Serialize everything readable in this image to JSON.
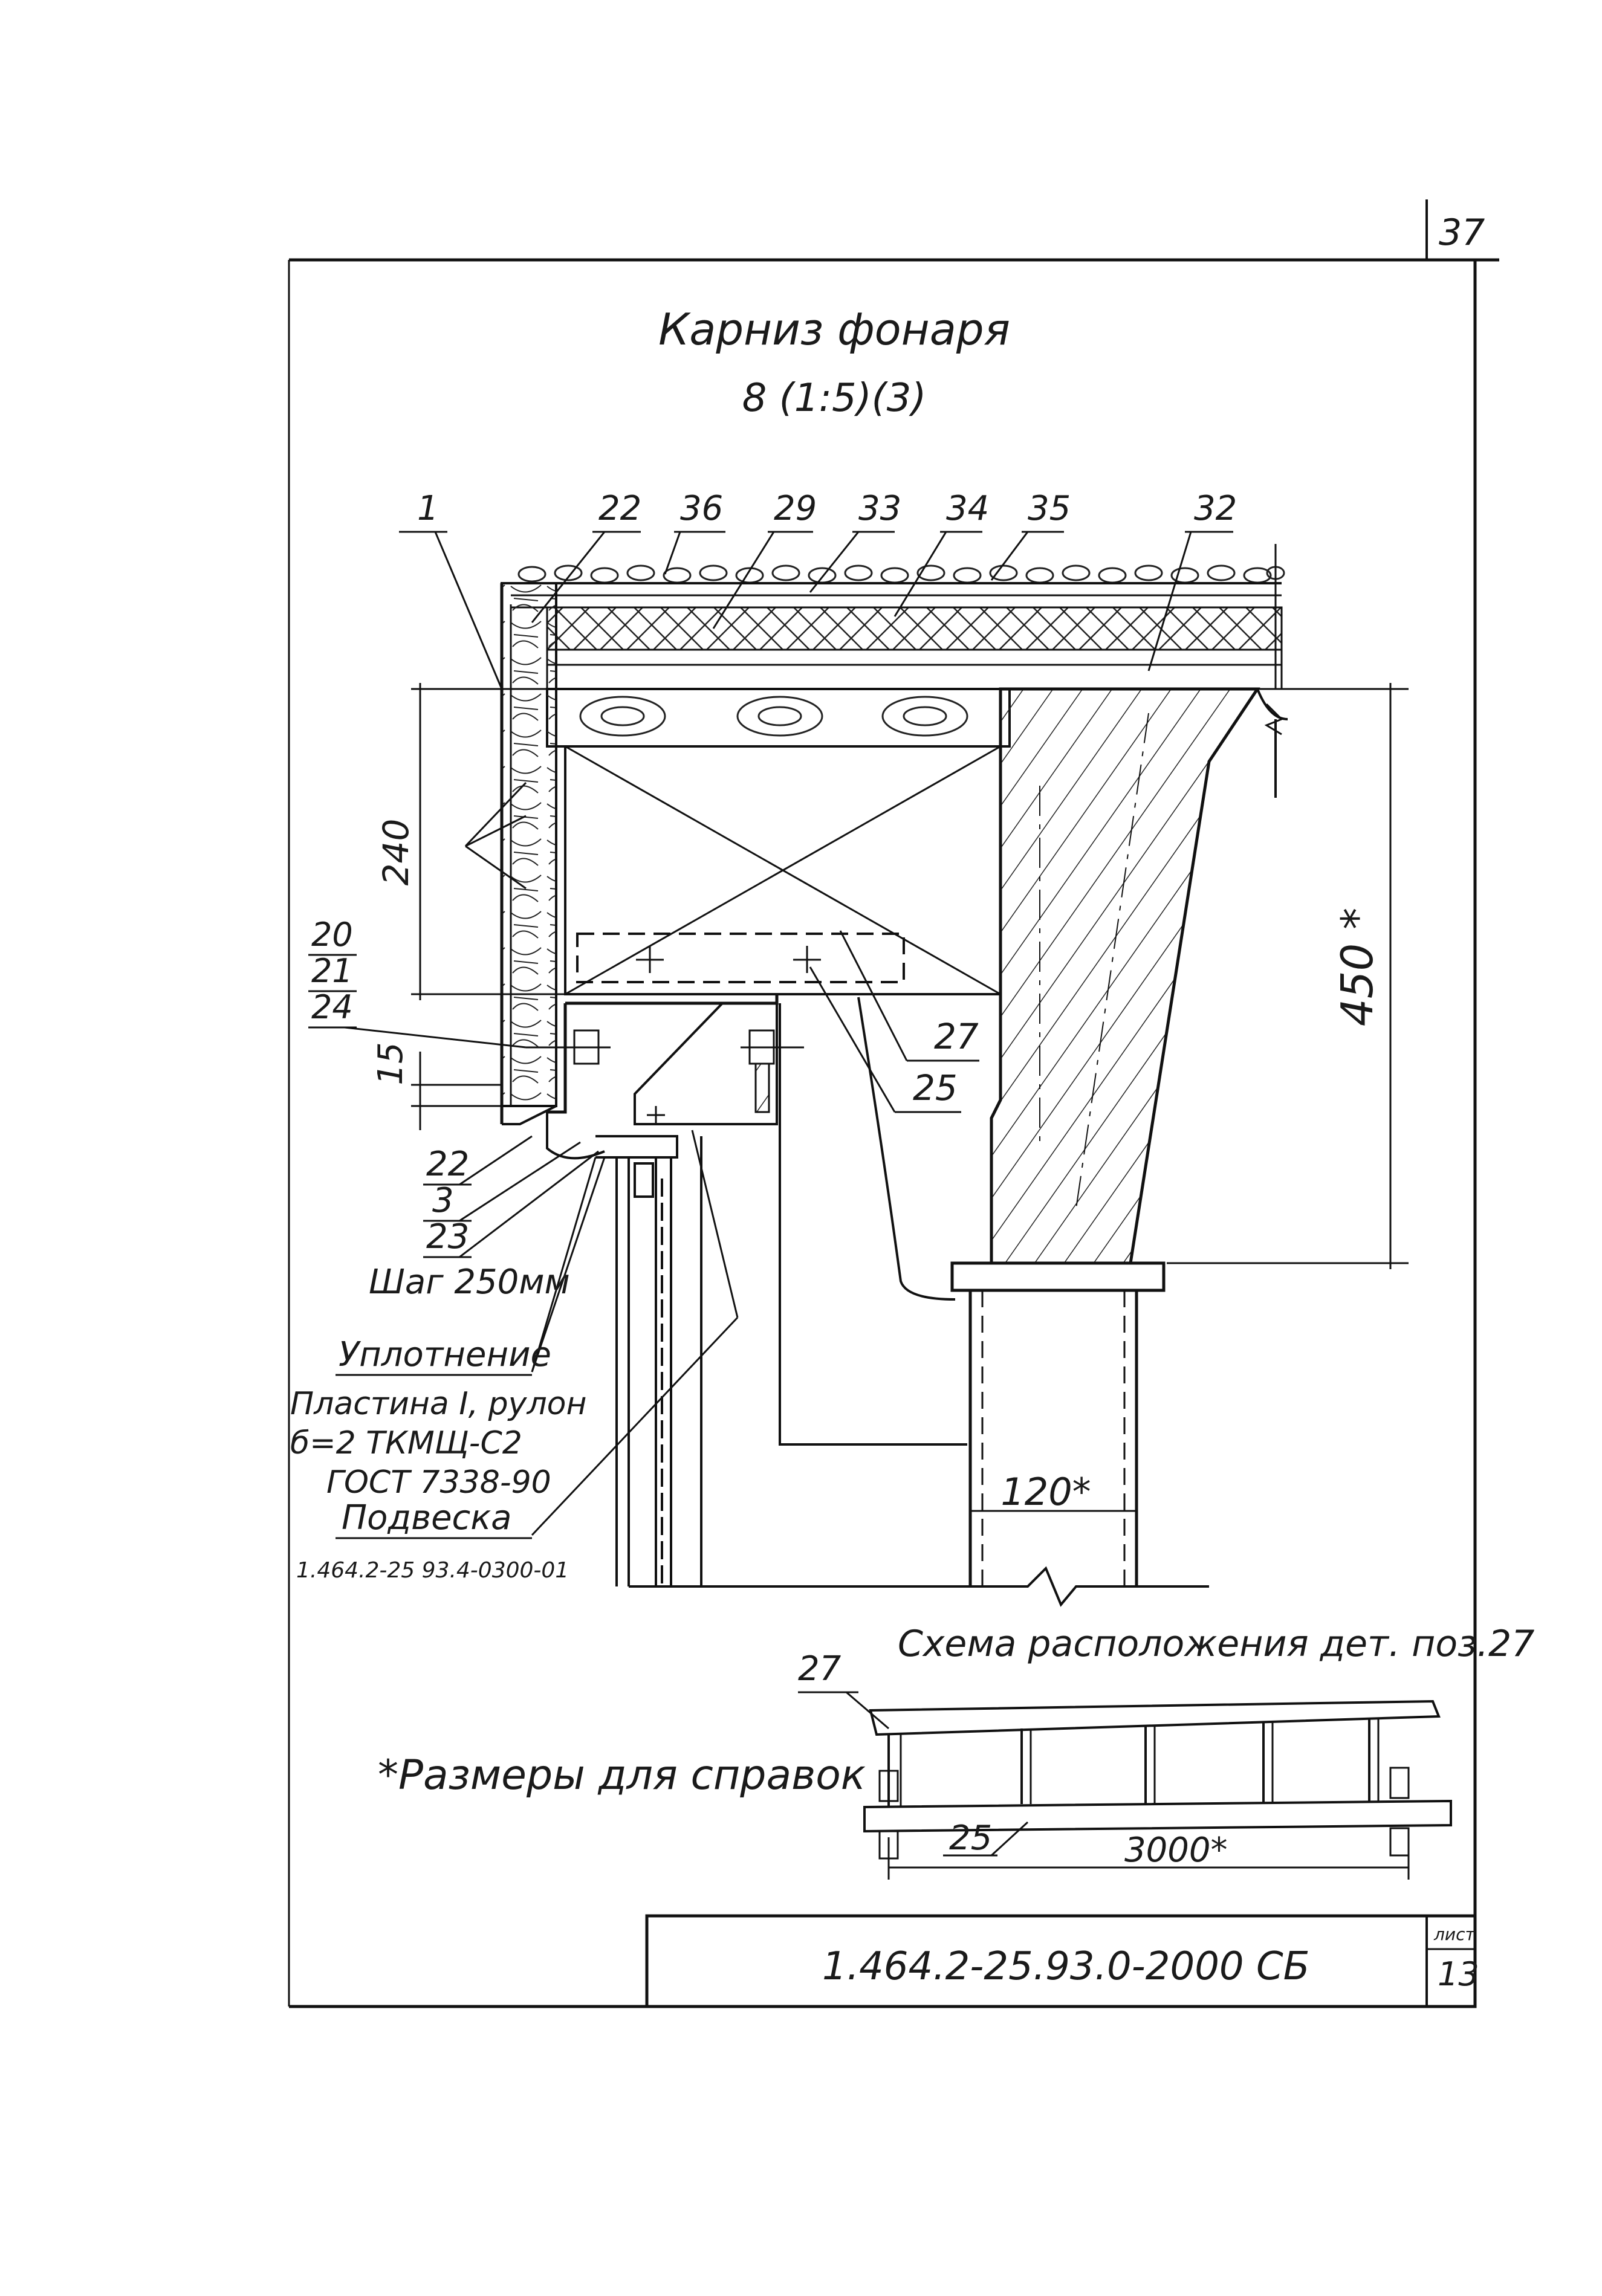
{
  "sheet": {
    "page_corner_number": "37",
    "title": "Карниз фонаря",
    "view_label": "8 (1:5)(3)",
    "reference_note": "*Размеры для справок",
    "title_block": {
      "document_code": "1.464.2-25.93.0-2000 СБ",
      "sheet_label": "лист",
      "sheet_number": "13"
    }
  },
  "section": {
    "callouts_top": [
      "1",
      "22",
      "36",
      "29",
      "33",
      "34",
      "35",
      "32"
    ],
    "callouts_left": [
      "20",
      "21",
      "24"
    ],
    "callouts_bottom_left": [
      "22",
      "3",
      "23"
    ],
    "callouts_right": [
      "27",
      "25"
    ],
    "dimensions": {
      "height_240": "240",
      "gap_15": "15",
      "height_450": "450 *",
      "width_120": "120*"
    },
    "notes": {
      "pitch": "Шаг 250мм",
      "seal_heading": "Уплотнение",
      "seal_line1": "Пластина I, рулон",
      "seal_line2": "б=2 ТКМЩ-С2",
      "seal_line3": "ГОСТ 7338-90",
      "hanger_heading": "Подвеска",
      "hanger_code": "1.464.2-25 93.4-0300-01"
    }
  },
  "layout_scheme": {
    "title": "Схема расположения дет. поз.27",
    "callout_27": "27",
    "callout_25": "25",
    "span": "3000*"
  }
}
